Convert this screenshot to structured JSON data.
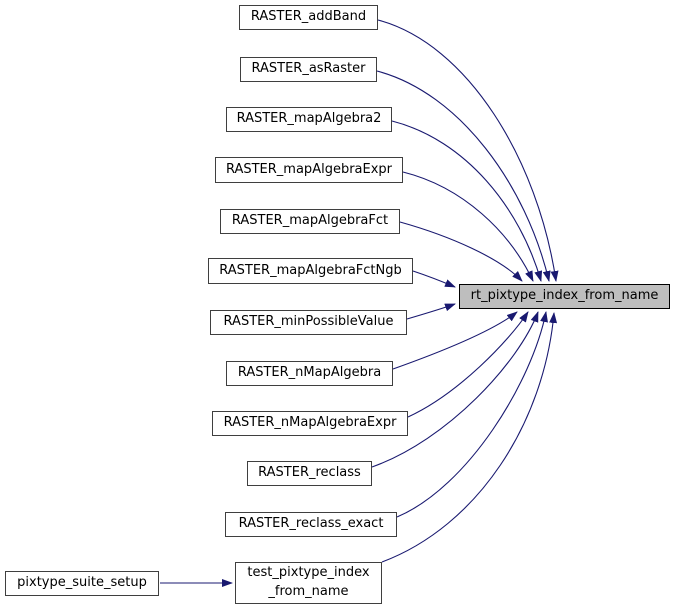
{
  "colors": {
    "edge": "#191970",
    "node_border": "#3f3f3f",
    "node_fill": "#ffffff",
    "target_fill": "#bebebe",
    "text": "#000000",
    "background": "#ffffff"
  },
  "nodes": [
    {
      "label": "RASTER_addBand"
    },
    {
      "label": "RASTER_asRaster"
    },
    {
      "label": "RASTER_mapAlgebra2"
    },
    {
      "label": "RASTER_mapAlgebraExpr"
    },
    {
      "label": "RASTER_mapAlgebraFct"
    },
    {
      "label": "RASTER_mapAlgebraFctNgb"
    },
    {
      "label": "RASTER_minPossibleValue"
    },
    {
      "label": "RASTER_nMapAlgebra"
    },
    {
      "label": "RASTER_nMapAlgebraExpr"
    },
    {
      "label": "RASTER_reclass"
    },
    {
      "label": "RASTER_reclass_exact"
    },
    {
      "label": "test_pixtype_index\n_from_name"
    },
    {
      "label": "pixtype_suite_setup"
    },
    {
      "label": "rt_pixtype_index_from_name"
    }
  ],
  "edges": [
    {
      "from": "RASTER_addBand",
      "to": "rt_pixtype_index_from_name"
    },
    {
      "from": "RASTER_asRaster",
      "to": "rt_pixtype_index_from_name"
    },
    {
      "from": "RASTER_mapAlgebra2",
      "to": "rt_pixtype_index_from_name"
    },
    {
      "from": "RASTER_mapAlgebraExpr",
      "to": "rt_pixtype_index_from_name"
    },
    {
      "from": "RASTER_mapAlgebraFct",
      "to": "rt_pixtype_index_from_name"
    },
    {
      "from": "RASTER_mapAlgebraFctNgb",
      "to": "rt_pixtype_index_from_name"
    },
    {
      "from": "RASTER_minPossibleValue",
      "to": "rt_pixtype_index_from_name"
    },
    {
      "from": "RASTER_nMapAlgebra",
      "to": "rt_pixtype_index_from_name"
    },
    {
      "from": "RASTER_nMapAlgebraExpr",
      "to": "rt_pixtype_index_from_name"
    },
    {
      "from": "RASTER_reclass",
      "to": "rt_pixtype_index_from_name"
    },
    {
      "from": "RASTER_reclass_exact",
      "to": "rt_pixtype_index_from_name"
    },
    {
      "from": "test_pixtype_index_from_name",
      "to": "rt_pixtype_index_from_name"
    },
    {
      "from": "pixtype_suite_setup",
      "to": "test_pixtype_index_from_name"
    }
  ]
}
